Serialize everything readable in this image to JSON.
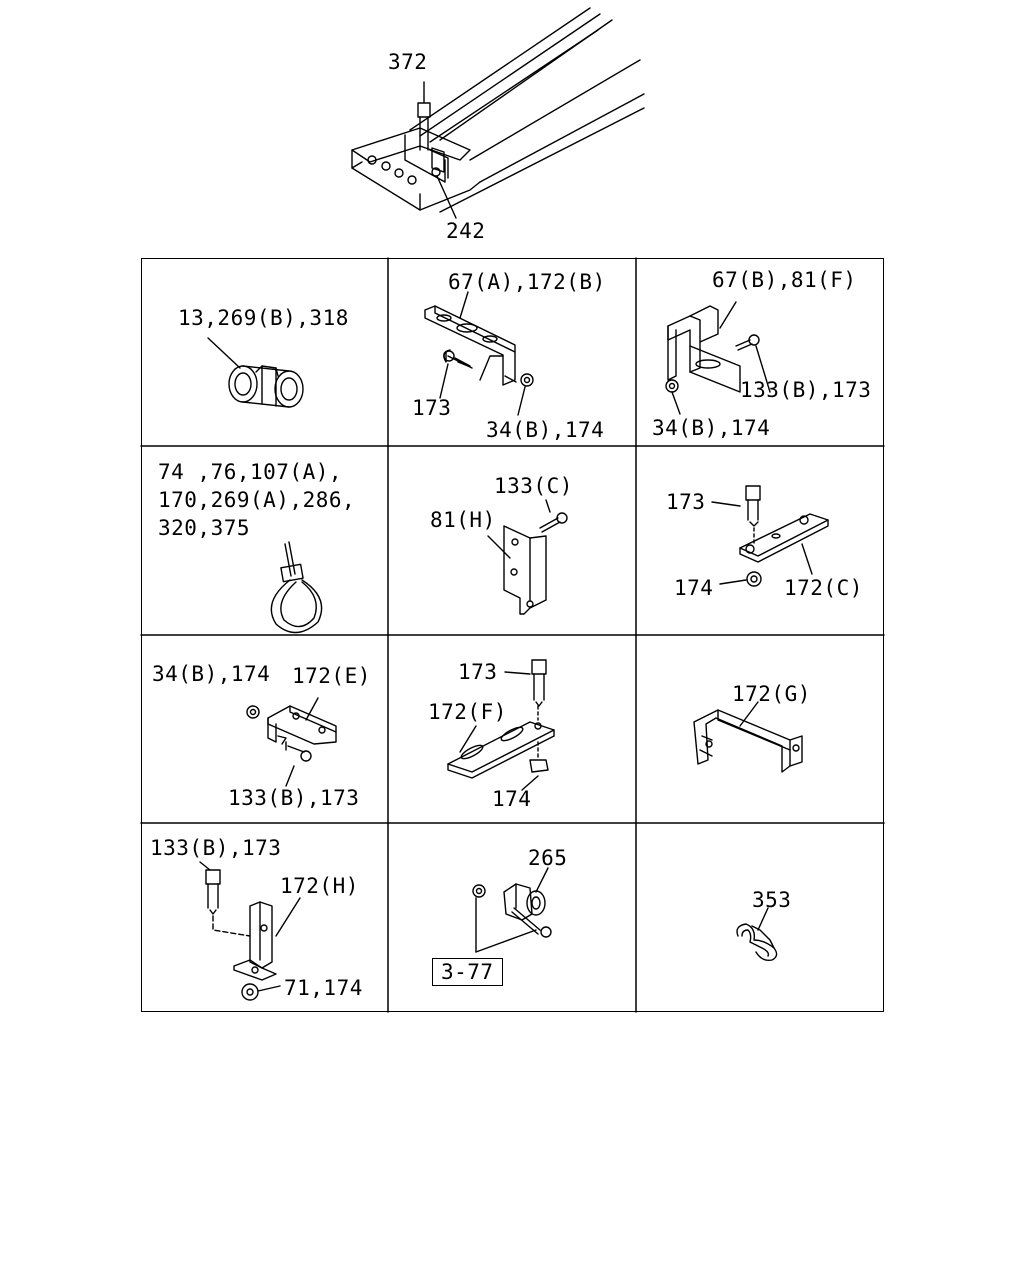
{
  "top": {
    "callout_bolt": "372",
    "callout_bracket": "242"
  },
  "cells": {
    "r1c1": {
      "label": "13,269(B),318"
    },
    "r1c2": {
      "label_top": "67(A),172(B)",
      "label_bolt": "173",
      "label_nut": "34(B),174"
    },
    "r1c3": {
      "label_top": "67(B),81(F)",
      "label_bolt": "133(B),173",
      "label_nut": "34(B),174"
    },
    "r2c1": {
      "label": "74 ,76,107(A),\n170,269(A),286,\n320,375"
    },
    "r2c2": {
      "label_bolt": "133(C)",
      "label_bracket": "81(H)"
    },
    "r2c3": {
      "label_bolt": "173",
      "label_nut": "174",
      "label_plate": "172(C)"
    },
    "r3c1": {
      "label_nut": "34(B),174",
      "label_bracket": "172(E)",
      "label_bolt": "133(B),173"
    },
    "r3c2": {
      "label_bolt": "173",
      "label_plate": "172(F)",
      "label_nut": "174"
    },
    "r3c3": {
      "label_bracket": "172(G)"
    },
    "r4c1": {
      "label_bolt": "133(B),173",
      "label_bracket": "172(H)",
      "label_nut": "71,174"
    },
    "r4c2": {
      "label_part": "265",
      "label_ref": "3-77"
    },
    "r4c3": {
      "label_clip": "353"
    }
  }
}
